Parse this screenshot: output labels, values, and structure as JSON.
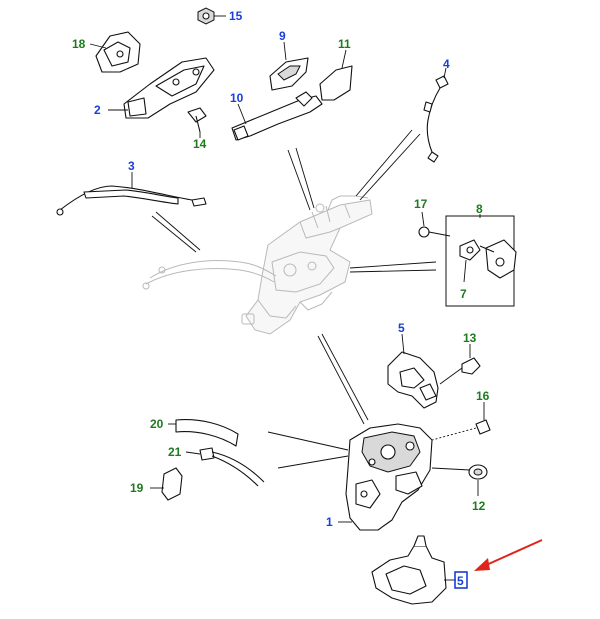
{
  "callouts": {
    "c1": "1",
    "c2": "2",
    "c3": "3",
    "c4": "4",
    "c5": "5",
    "c7": "7",
    "c8": "8",
    "c9": "9",
    "c10": "10",
    "c11": "11",
    "c12": "12",
    "c13": "13",
    "c14": "14",
    "c15": "15",
    "c16": "16",
    "c17": "17",
    "c18": "18",
    "c19": "19",
    "c20": "20",
    "c21": "21",
    "highlight": "5"
  },
  "colors": {
    "blue_callout": "#1a3fd6",
    "green_callout": "#1f7a1f",
    "arrow": "#e0241b",
    "highlight_box": "#1a3fd6"
  }
}
